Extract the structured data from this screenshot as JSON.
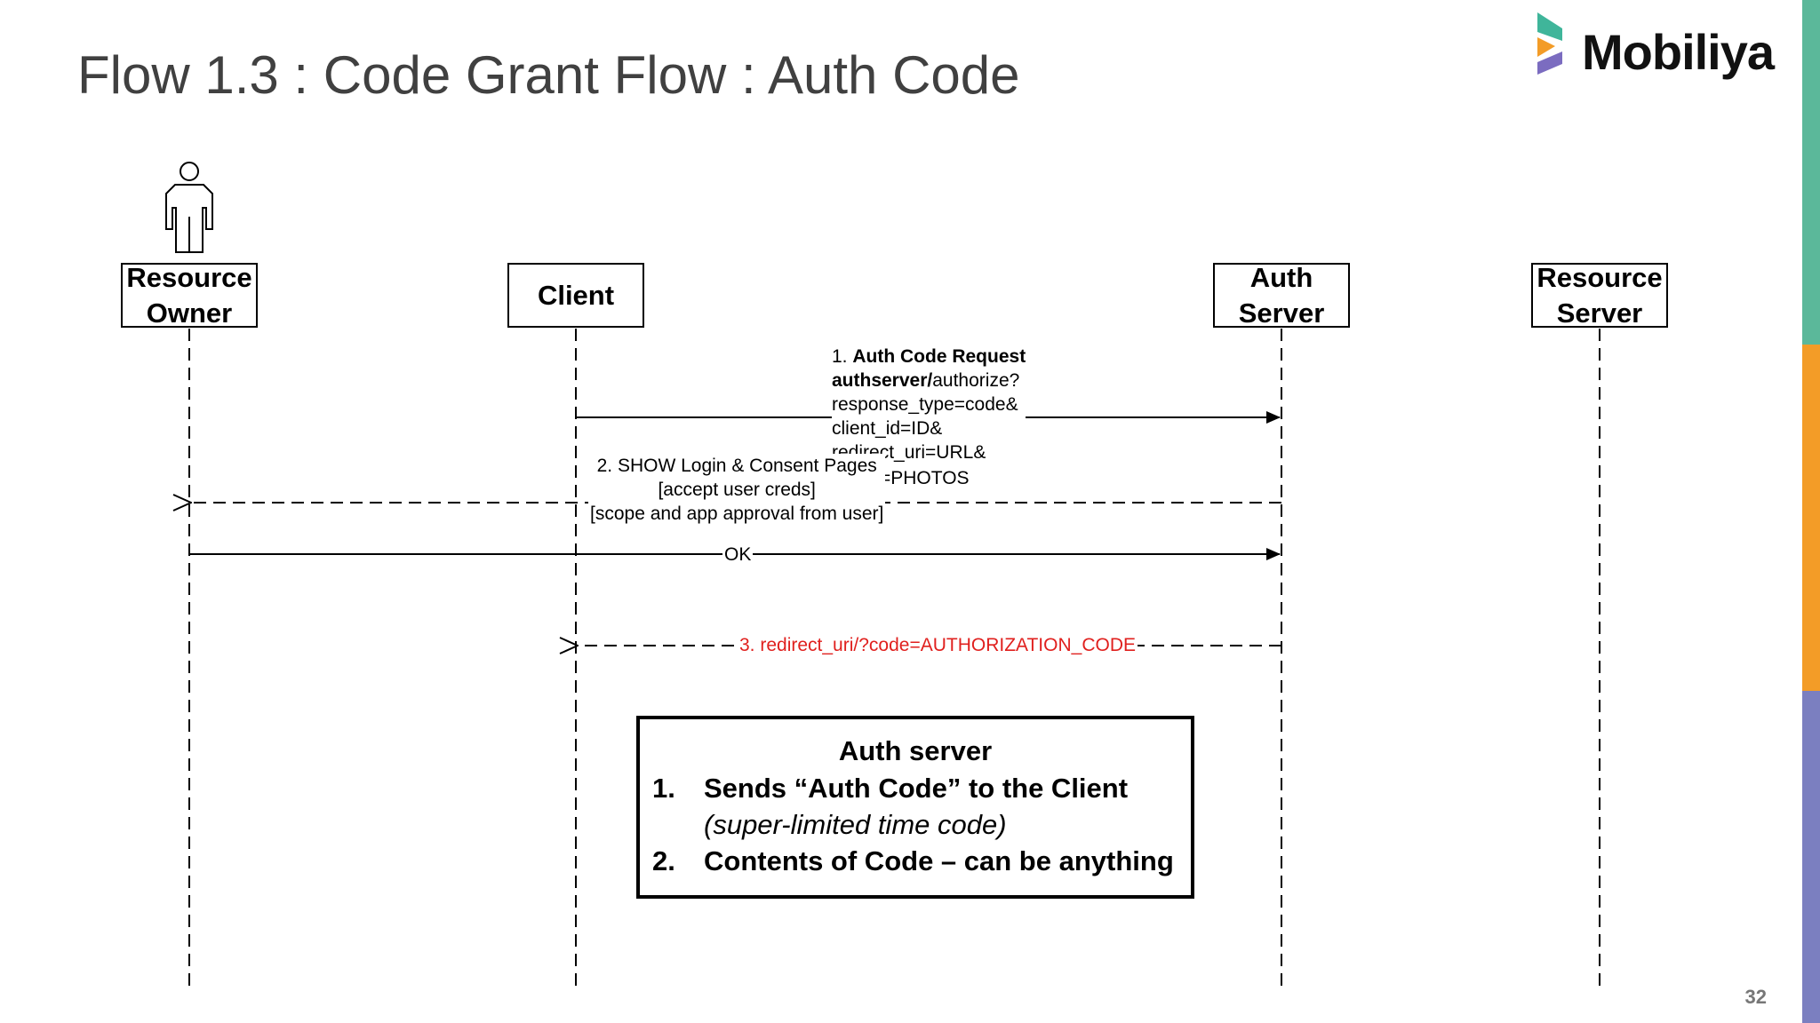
{
  "slide": {
    "title": "Flow 1.3 : Code Grant Flow : Auth Code",
    "page_number": "32"
  },
  "logo": {
    "text": "Mobiliya"
  },
  "participants": [
    {
      "line1": "Resource",
      "line2": "Owner"
    },
    {
      "line1": "Client",
      "line2": ""
    },
    {
      "line1": "Auth",
      "line2": "Server"
    },
    {
      "line1": "Resource",
      "line2": "Server"
    }
  ],
  "messages": {
    "m1": {
      "prefix": "1. ",
      "bold": "Auth Code Request",
      "line2_bold": "authserver/",
      "line2_rest": "authorize?",
      "line3": "response_type=code&",
      "line4": "client_id=ID&",
      "line5": "redirect_uri=URL&",
      "line6": "=PHOTOS"
    },
    "m2": {
      "line1": "2. SHOW Login & Consent Pages",
      "line2": "[accept user creds]",
      "line3": "[scope and app approval from user]"
    },
    "m_ok": {
      "label": "OK"
    },
    "m3": {
      "label": "3. redirect_uri/?code=AUTHORIZATION_CODE"
    }
  },
  "note": {
    "title": "Auth server",
    "items": [
      {
        "num": "1.",
        "text": "Sends “Auth Code” to the Client",
        "sub": "(super-limited time code)"
      },
      {
        "num": "2.",
        "text": "Contents of Code – can be anything",
        "sub": ""
      }
    ]
  },
  "colors": {
    "accent_red": "#e0201e",
    "strip_green": "#5bb89a",
    "strip_orange": "#f39c27",
    "strip_purple": "#7b7fc0"
  }
}
